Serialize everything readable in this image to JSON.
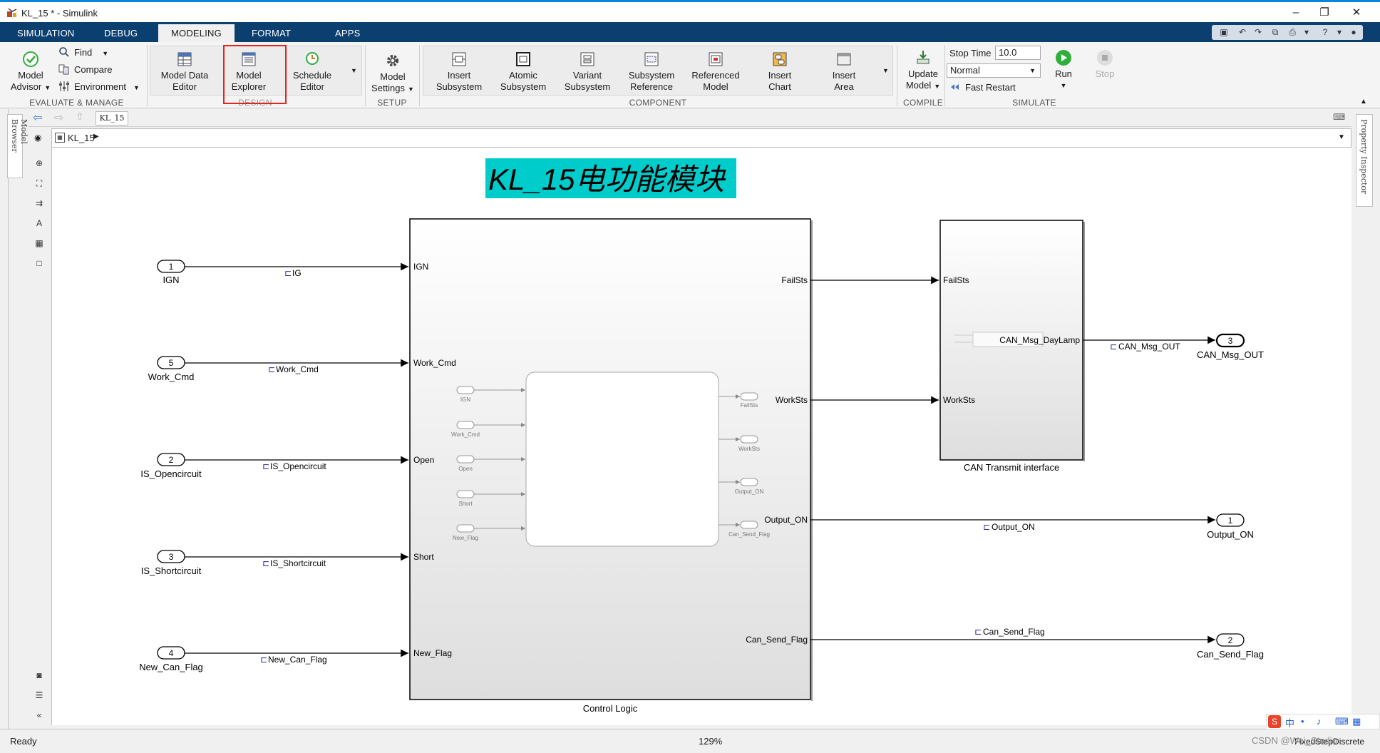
{
  "window": {
    "title": "KL_15 * - Simulink",
    "minimize": "–",
    "restore": "❐",
    "close": "✕"
  },
  "tabs": [
    {
      "label": "SIMULATION"
    },
    {
      "label": "DEBUG"
    },
    {
      "label": "MODELING"
    },
    {
      "label": "FORMAT"
    },
    {
      "label": "APPS"
    }
  ],
  "toolstrip": {
    "model_advisor": {
      "line1": "Model",
      "line2": "Advisor"
    },
    "find": "Find",
    "compare": "Compare",
    "environment": "Environment",
    "model_data_editor": {
      "line1": "Model Data",
      "line2": "Editor"
    },
    "model_explorer": {
      "line1": "Model",
      "line2": "Explorer"
    },
    "schedule_editor": {
      "line1": "Schedule",
      "line2": "Editor"
    },
    "model_settings": {
      "line1": "Model",
      "line2": "Settings"
    },
    "insert_subsystem": {
      "line1": "Insert",
      "line2": "Subsystem"
    },
    "atomic_subsystem": {
      "line1": "Atomic",
      "line2": "Subsystem"
    },
    "variant_subsystem": {
      "line1": "Variant",
      "line2": "Subsystem"
    },
    "subsystem_reference": {
      "line1": "Subsystem",
      "line2": "Reference"
    },
    "referenced_model": {
      "line1": "Referenced",
      "line2": "Model"
    },
    "insert_chart": {
      "line1": "Insert",
      "line2": "Chart"
    },
    "insert_area": {
      "line1": "Insert",
      "line2": "Area"
    },
    "update_model": {
      "line1": "Update",
      "line2": "Model"
    },
    "stop_time_label": "Stop Time",
    "stop_time_value": "10.0",
    "sim_mode": "Normal",
    "fast_restart": "Fast Restart",
    "run": "Run",
    "stop": "Stop",
    "sections": {
      "evaluate": "EVALUATE & MANAGE",
      "design": "DESIGN",
      "setup": "SETUP",
      "component": "COMPONENT",
      "compile": "COMPILE",
      "simulate": "SIMULATE"
    }
  },
  "side": {
    "model_browser": "Model Browser",
    "property_inspector": "Property Inspector"
  },
  "nav": {
    "tab": "KL_15"
  },
  "breadcrumb": {
    "model": "KL_15"
  },
  "diagram": {
    "title": "KL_15电功能模块",
    "inports": [
      {
        "num": "1",
        "name": "IGN",
        "signal": "IG",
        "port": "IGN"
      },
      {
        "num": "5",
        "name": "Work_Cmd",
        "signal": "Work_Cmd",
        "port": "Work_Cmd"
      },
      {
        "num": "2",
        "name": "IS_Opencircuit",
        "signal": "IS_Opencircuit",
        "port": "Open"
      },
      {
        "num": "3",
        "name": "IS_Shortcircuit",
        "signal": "IS_Shortcircuit",
        "port": "Short"
      },
      {
        "num": "4",
        "name": "New_Can_Flag",
        "signal": "New_Can_Flag",
        "port": "New_Flag"
      }
    ],
    "control_logic": {
      "name": "Control Logic",
      "outports": [
        "FailSts",
        "WorkSts",
        "Output_ON",
        "Can_Send_Flag"
      ],
      "inner_in": [
        "IGN",
        "Work_Cmd",
        "Open",
        "Short",
        "New_Flag"
      ],
      "inner_out": [
        "FailSts",
        "WorkSts",
        "Output_ON",
        "Can_Send_Flag"
      ]
    },
    "can_block": {
      "name": "CAN Transmit interface",
      "in1": "FailSts",
      "in2": "WorkSts",
      "out": "CAN_Msg_DayLamp"
    },
    "outports": [
      {
        "num": "3",
        "name": "CAN_Msg_OUT",
        "signal": "CAN_Msg_OUT"
      },
      {
        "num": "1",
        "name": "Output_ON",
        "signal": "Output_ON"
      },
      {
        "num": "2",
        "name": "Can_Send_Flag",
        "signal": "Can_Send_Flag"
      }
    ]
  },
  "status": {
    "state": "Ready",
    "zoom": "129%",
    "solver": "FixedStepDiscrete",
    "ime": "中",
    "watermark": "CSDN @Wei_Studio"
  },
  "colors": {
    "tabstrip": "#0b3f6f",
    "title_highlight": "#00cccc",
    "run_green": "#2fae3b",
    "highlight_box": "#e8231f"
  }
}
